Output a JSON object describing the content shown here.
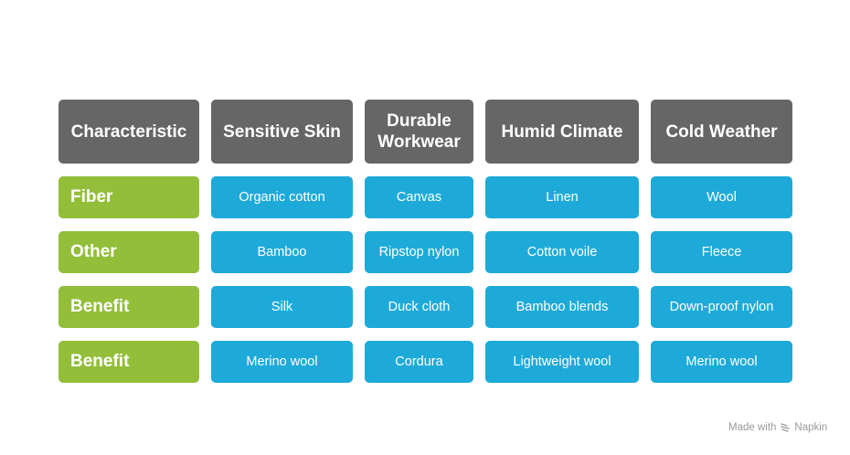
{
  "headers": [
    "Characteristic",
    "Sensitive Skin",
    "Durable Workwear",
    "Humid Climate",
    "Cold Weather"
  ],
  "rows": [
    {
      "label": "Fiber",
      "values": [
        "Organic cotton",
        "Canvas",
        "Linen",
        "Wool"
      ]
    },
    {
      "label": "Other",
      "values": [
        "Bamboo",
        "Ripstop nylon",
        "Cotton voile",
        "Fleece"
      ]
    },
    {
      "label": "Benefit",
      "values": [
        "Silk",
        "Duck cloth",
        "Bamboo blends",
        "Down-proof nylon"
      ]
    },
    {
      "label": "Benefit",
      "values": [
        "Merino wool",
        "Cordura",
        "Lightweight wool",
        "Merino wool"
      ]
    }
  ],
  "footer": {
    "made_with": "Made with",
    "brand": "Napkin",
    "icon": "napkin-logo-icon"
  },
  "colors": {
    "header": "#666666",
    "label": "#93be3a",
    "value": "#1eaad9"
  }
}
